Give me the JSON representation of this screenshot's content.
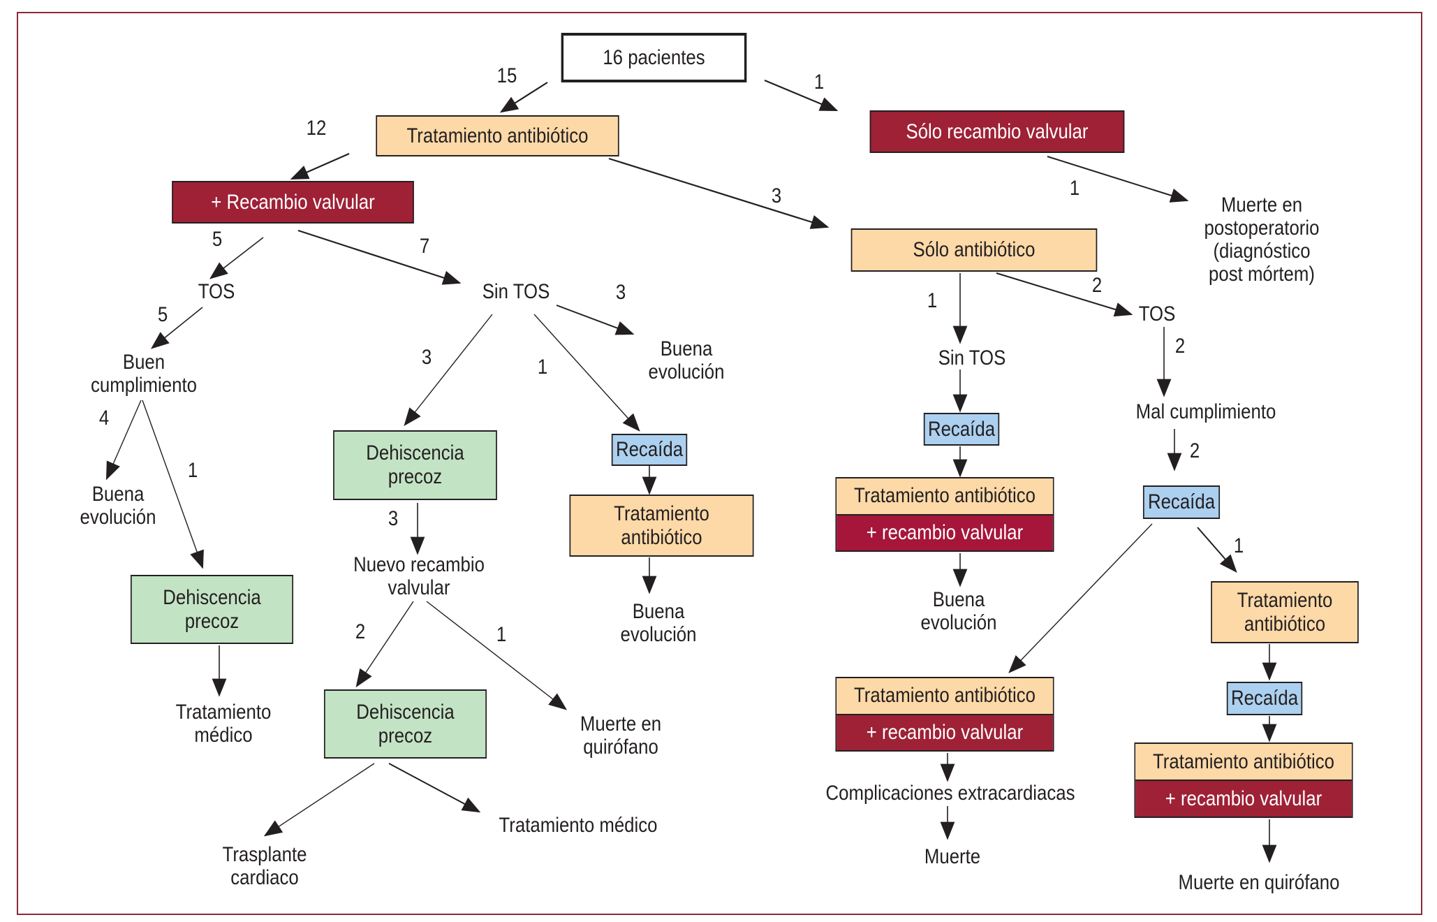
{
  "colors": {
    "frame": "#8a2a3a",
    "antibiotic_box": "#fdd9a8",
    "valve_replacement_box": "#9e2136",
    "dehiscence_box": "#c3e3c5",
    "relapse_box": "#acd0ef",
    "text": "#231f20"
  },
  "nodes": {
    "root": "16 pacientes",
    "tx_antibiotic_main": "Tratamiento antibiótico",
    "only_valve": "Sólo recambio valvular",
    "plus_valve": "+ Recambio valvular",
    "death_postop": [
      "Muerte en",
      "postoperatorio",
      "(diagnóstico",
      "post mórtem)"
    ],
    "only_antibiotic": "Sólo antibiótico",
    "tos_left": "TOS",
    "sin_tos_left": "Sin TOS",
    "good_compliance": [
      "Buen",
      "cumplimiento"
    ],
    "good_outcome_sintos": [
      "Buena",
      "evolución"
    ],
    "sin_tos_right": "Sin TOS",
    "tos_right": "TOS",
    "bad_compliance": "Mal cumplimiento",
    "good_outcome_left": [
      "Buena",
      "evolución"
    ],
    "dehiscence_mid": [
      "Dehiscencia",
      "precoz"
    ],
    "relapse_mid": "Recaída",
    "tx_antibiotic_mid": [
      "Tratamiento",
      "antibiótico"
    ],
    "relapse_r1": "Recaída",
    "stack_r1": {
      "top": "Tratamiento antibiótico",
      "bottom": "+ recambio valvular"
    },
    "relapse_r2": "Recaída",
    "new_valve": [
      "Nuevo recambio",
      "valvular"
    ],
    "dehiscence_left": [
      "Dehiscencia",
      "precoz"
    ],
    "tx_antibiotic_r": [
      "Tratamiento",
      "antibiótico"
    ],
    "good_outcome_mid": [
      "Buena",
      "evolución"
    ],
    "good_outcome_r1": [
      "Buena",
      "evolución"
    ],
    "stack_r2": {
      "top": "Tratamiento antibiótico",
      "bottom": "+ recambio valvular"
    },
    "relapse_r3": "Recaída",
    "dehiscence_bottom": [
      "Dehiscencia",
      "precoz"
    ],
    "medical_tx_left": [
      "Tratamiento",
      "médico"
    ],
    "death_or_mid": [
      "Muerte en",
      "quirófano"
    ],
    "stack_r3": {
      "top": "Tratamiento antibiótico",
      "bottom": "+ recambio valvular"
    },
    "extracardiac": "Complicaciones extracardiacas",
    "medical_tx_bottom": "Tratamiento médico",
    "transplant": [
      "Trasplante",
      "cardiaco"
    ],
    "death": "Muerte",
    "death_or_right": "Muerte en quirófano"
  },
  "counts": {
    "root_to_antibiotic": "15",
    "root_to_valve": "1",
    "antibiotic_to_plus_valve": "12",
    "antibiotic_to_only_antibiotic": "3",
    "only_valve_to_death": "1",
    "plus_valve_to_tos": "5",
    "plus_valve_to_sintos": "7",
    "tos_to_compliance": "5",
    "sintos_to_good": "3",
    "sintos_to_dehiscence": "3",
    "sintos_to_relapse": "1",
    "compliance_to_good": "4",
    "compliance_to_dehiscence": "1",
    "dehiscence_to_new_valve": "3",
    "new_valve_to_dehiscence": "2",
    "new_valve_to_death": "1",
    "only_ab_to_sintos": "1",
    "only_ab_to_tos": "2",
    "tos_to_bad_compliance": "2",
    "bad_compliance_to_relapse": "2",
    "relapse_to_tx": "1"
  }
}
